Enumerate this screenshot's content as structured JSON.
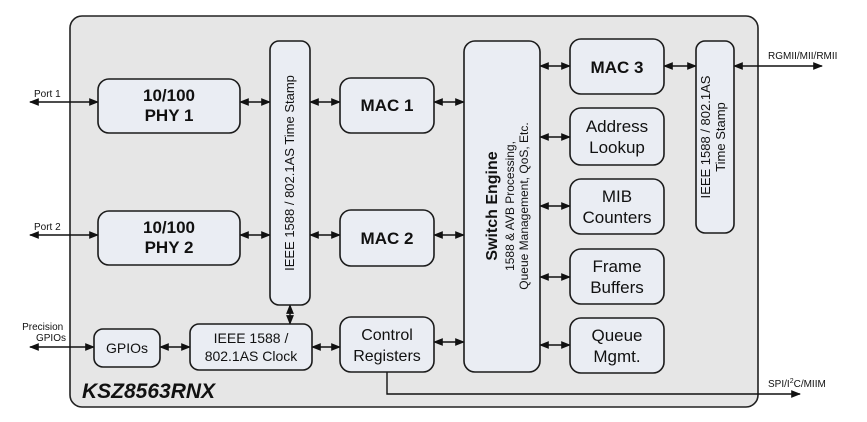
{
  "diagram": {
    "chip_name": "KSZ8563RNX",
    "external": {
      "port1": "Port 1",
      "port2": "Port 2",
      "precision": "Precision",
      "gpios": "GPIOs",
      "rgmii": "RGMII/MII/RMII",
      "spi_prefix": "SPI/I",
      "spi_sup": "2",
      "spi_suffix": "C/MIIM"
    },
    "blocks": {
      "phy1": [
        "10/100",
        "PHY 1"
      ],
      "phy2": [
        "10/100",
        "PHY 2"
      ],
      "ts_left": "IEEE 1588 / 802.1AS Time Stamp",
      "mac1": "MAC 1",
      "mac2": "MAC 2",
      "mac3": "MAC 3",
      "switch_title": "Switch Engine",
      "switch_sub1": "1588 & AVB Processing,",
      "switch_sub2": "Queue Management, QoS, Etc.",
      "address_lookup": [
        "Address",
        "Lookup"
      ],
      "mib_counters": [
        "MIB",
        "Counters"
      ],
      "frame_buffers": [
        "Frame",
        "Buffers"
      ],
      "queue_mgmt": [
        "Queue",
        "Mgmt."
      ],
      "ts_right": [
        "IEEE 1588 / 802.1AS",
        "Time Stamp"
      ],
      "gpios": "GPIOs",
      "clock": [
        "IEEE 1588 /",
        "802.1AS Clock"
      ],
      "control": [
        "Control",
        "Registers"
      ]
    }
  }
}
